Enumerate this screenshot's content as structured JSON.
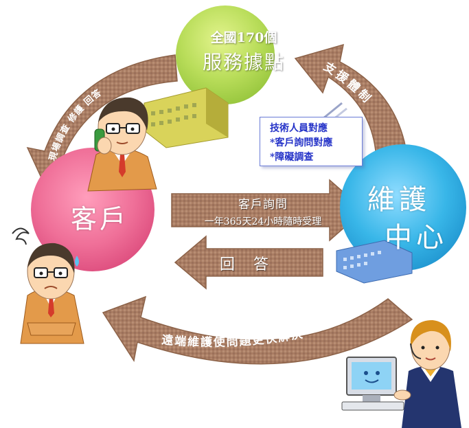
{
  "service_points": {
    "line1": "全國170個",
    "line2": "服務據點"
  },
  "customer_label": "客戶",
  "maintenance_center": {
    "line1": "維護",
    "line2": "中心"
  },
  "tech_support": {
    "items": [
      "技術人員對應",
      "*客戶詢問對應",
      "*障礙調查"
    ]
  },
  "inquiry_arrow": {
    "title": "客戶詢問",
    "subtitle": "一年365天24小時隨時受理"
  },
  "answer_arrow": {
    "label": "回 答"
  },
  "top_right_arc": {
    "text": "支援體制"
  },
  "top_left_arc": {
    "text": "現場調查 修護 回答"
  },
  "bottom_arc": {
    "text": "遠端維護使問題更快解決"
  },
  "colors": {
    "arrow_brown": "#a97d63",
    "arrow_brown_dark": "#8c6248",
    "service_green": "#b9dd5a",
    "customer_pink": "#ef6f98",
    "center_blue": "#38b6e8",
    "tech_text_blue": "#2533c8"
  }
}
